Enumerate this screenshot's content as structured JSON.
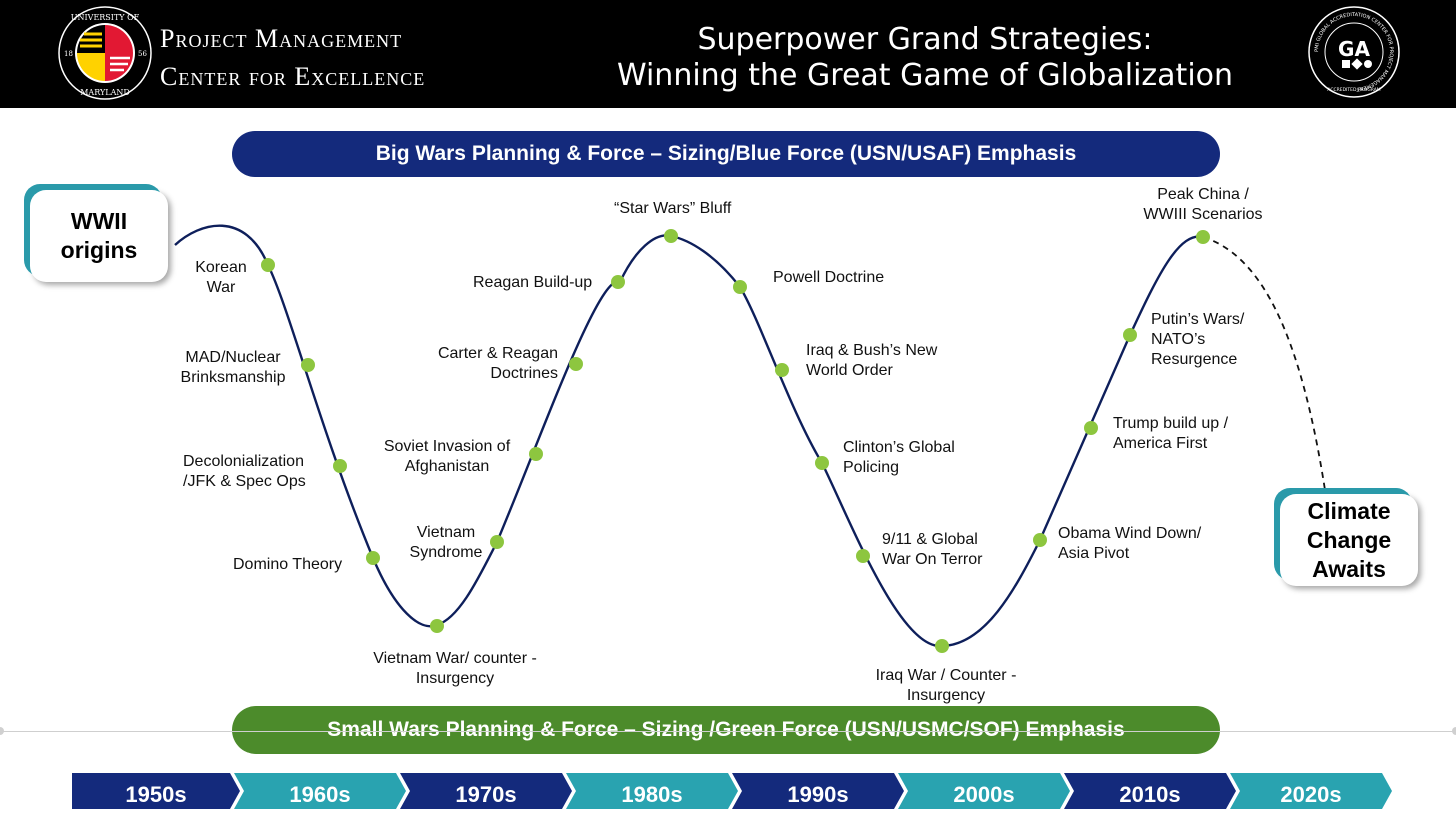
{
  "header": {
    "org_line1": "Project Management",
    "org_line2": "Center for Excellence",
    "seal": {
      "top_text": "UNIVERSITY OF",
      "bottom_text": "MARYLAND",
      "year_left": "18",
      "year_right": "56",
      "icon": "university-of-maryland-seal"
    },
    "title_line1": "Superpower Grand Strategies:",
    "title_line2": "Winning the Great Game of Globalization",
    "badge": {
      "letters": "GA",
      "ring_text": "PMI GLOBAL ACCREDITATION CENTER FOR PROJECT MANAGEMENT",
      "bottom_text": "ACCREDITED PROGRAM",
      "icon": "gac-accreditation-badge"
    }
  },
  "banners": {
    "top": "Big Wars Planning & Force – Sizing/Blue Force (USN/USAF) Emphasis",
    "bottom": "Small Wars Planning & Force – Sizing /Green Force (USN/USMC/SOF) Emphasis"
  },
  "callouts": {
    "start": [
      "WWII",
      "origins"
    ],
    "end": [
      "Climate",
      "Change",
      "Awaits"
    ]
  },
  "events": [
    {
      "lines": [
        "Korean",
        "War"
      ]
    },
    {
      "lines": [
        "MAD/Nuclear",
        "Brinksmanship"
      ]
    },
    {
      "lines": [
        "Decolonialization",
        "/JFK & Spec Ops"
      ]
    },
    {
      "lines": [
        "Domino Theory"
      ]
    },
    {
      "lines": [
        "Vietnam War/ counter -",
        "Insurgency"
      ]
    },
    {
      "lines": [
        "Vietnam",
        "Syndrome"
      ]
    },
    {
      "lines": [
        "Soviet Invasion of",
        "Afghanistan"
      ]
    },
    {
      "lines": [
        "Carter & Reagan",
        "Doctrines"
      ]
    },
    {
      "lines": [
        "Reagan Build-up"
      ]
    },
    {
      "lines": [
        "“Star Wars” Bluff"
      ]
    },
    {
      "lines": [
        "Powell Doctrine"
      ]
    },
    {
      "lines": [
        "Iraq & Bush’s New",
        "World Order"
      ]
    },
    {
      "lines": [
        "Clinton’s Global",
        "Policing"
      ]
    },
    {
      "lines": [
        "9/11 & Global",
        "War On Terror"
      ]
    },
    {
      "lines": [
        "Iraq War / Counter -",
        "Insurgency"
      ]
    },
    {
      "lines": [
        "Obama Wind Down/",
        "Asia Pivot"
      ]
    },
    {
      "lines": [
        "Trump build up /",
        "America First"
      ]
    },
    {
      "lines": [
        "Putin’s Wars/",
        "NATO’s",
        "Resurgence"
      ]
    },
    {
      "lines": [
        "Peak China /",
        "WWIII Scenarios"
      ]
    }
  ],
  "timeline": {
    "decades": [
      "1950s",
      "1960s",
      "1970s",
      "1980s",
      "1990s",
      "2000s",
      "2010s",
      "2020s"
    ]
  },
  "colors": {
    "navy": "#142a7c",
    "green_banner": "#4c8b2b",
    "teal": "#29a3b0",
    "dot": "#8dc63f",
    "curve": "#0e1f5b"
  }
}
